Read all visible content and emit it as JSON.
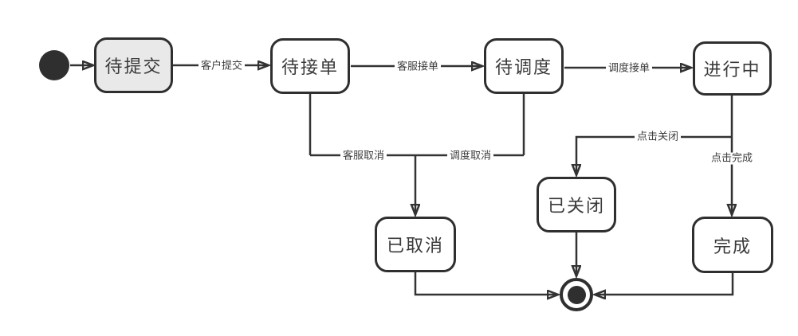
{
  "diagram": {
    "kind": "state-machine",
    "colors": {
      "stroke": "#333333",
      "node_border": "#2f2f2f",
      "node_fill": "#ffffff",
      "initial_node_fill": "#e9e9e9",
      "text": "#3a3a3a",
      "background": "#ffffff"
    },
    "nodes": [
      {
        "id": "initial",
        "type": "initial-state",
        "label": ""
      },
      {
        "id": "pending-submit",
        "type": "state",
        "label": "待提交"
      },
      {
        "id": "pending-accept",
        "type": "state",
        "label": "待接单"
      },
      {
        "id": "pending-dispatch",
        "type": "state",
        "label": "待调度"
      },
      {
        "id": "in-progress",
        "type": "state",
        "label": "进行中"
      },
      {
        "id": "cancelled",
        "type": "state",
        "label": "已取消"
      },
      {
        "id": "closed",
        "type": "state",
        "label": "已关闭"
      },
      {
        "id": "completed",
        "type": "state",
        "label": "完成"
      },
      {
        "id": "final",
        "type": "final-state",
        "label": ""
      }
    ],
    "edges": [
      {
        "from": "initial",
        "to": "pending-submit",
        "label": ""
      },
      {
        "from": "pending-submit",
        "to": "pending-accept",
        "label": "客户提交"
      },
      {
        "from": "pending-accept",
        "to": "pending-dispatch",
        "label": "客服接单"
      },
      {
        "from": "pending-dispatch",
        "to": "in-progress",
        "label": "调度接单"
      },
      {
        "from": "pending-accept",
        "to": "cancelled",
        "label": "客服取消"
      },
      {
        "from": "pending-dispatch",
        "to": "cancelled",
        "label": "调度取消"
      },
      {
        "from": "in-progress",
        "to": "closed",
        "label": "点击关闭"
      },
      {
        "from": "in-progress",
        "to": "completed",
        "label": "点击完成"
      },
      {
        "from": "cancelled",
        "to": "final",
        "label": ""
      },
      {
        "from": "closed",
        "to": "final",
        "label": ""
      },
      {
        "from": "completed",
        "to": "final",
        "label": ""
      }
    ]
  }
}
